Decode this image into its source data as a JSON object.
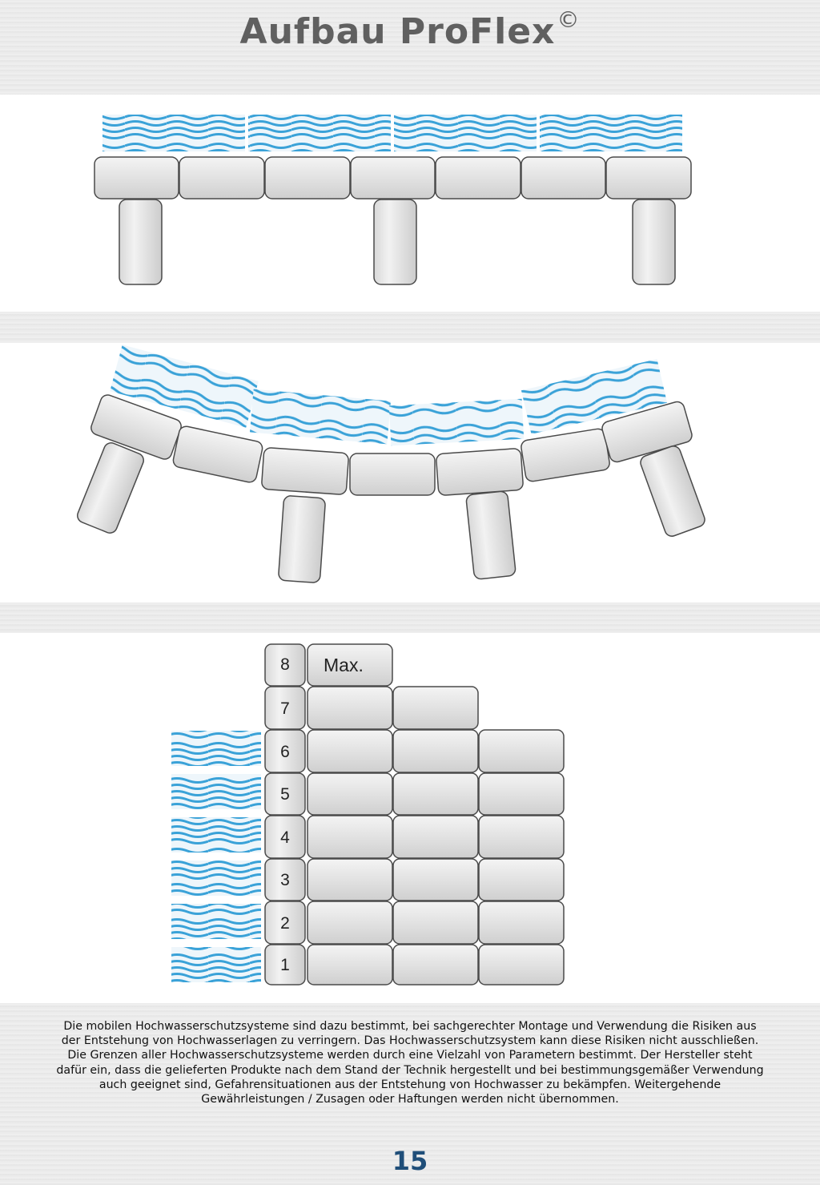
{
  "header": {
    "title": "Aufbau ProFlex",
    "copyright_symbol": "©"
  },
  "diagram3": {
    "level_numbers": [
      "8",
      "7",
      "6",
      "5",
      "4",
      "3",
      "2",
      "1"
    ],
    "max_label": "Max."
  },
  "description": {
    "lines": [
      "Die mobilen Hochwasserschutzsysteme sind dazu bestimmt, bei sachgerechter Montage und Verwendung die Risiken aus",
      "der Entstehung von Hochwasserlagen zu verringern. Das Hochwasserschutzsystem kann diese Risiken nicht ausschließen.",
      "Die Grenzen aller Hochwasserschutzsysteme werden durch eine Vielzahl von Parametern bestimmt. Der Hersteller steht",
      "dafür ein, dass die gelieferten Produkte nach dem Stand der Technik hergestellt und bei bestimmungsgemäßer Verwendung",
      "auch geeignet sind, Gefahrensituationen aus der Entstehung von Hochwasser zu bekämpfen. Weitergehende",
      "Gewährleistungen / Zusagen oder Haftungen werden nicht übernommen."
    ]
  },
  "footer": {
    "page_number": "15"
  },
  "colors": {
    "water": "#3aa2d8",
    "block_fill": "#e3e3e3",
    "block_stroke": "#4a4a4a",
    "title": "#606060",
    "page_number": "#1f4e79"
  }
}
